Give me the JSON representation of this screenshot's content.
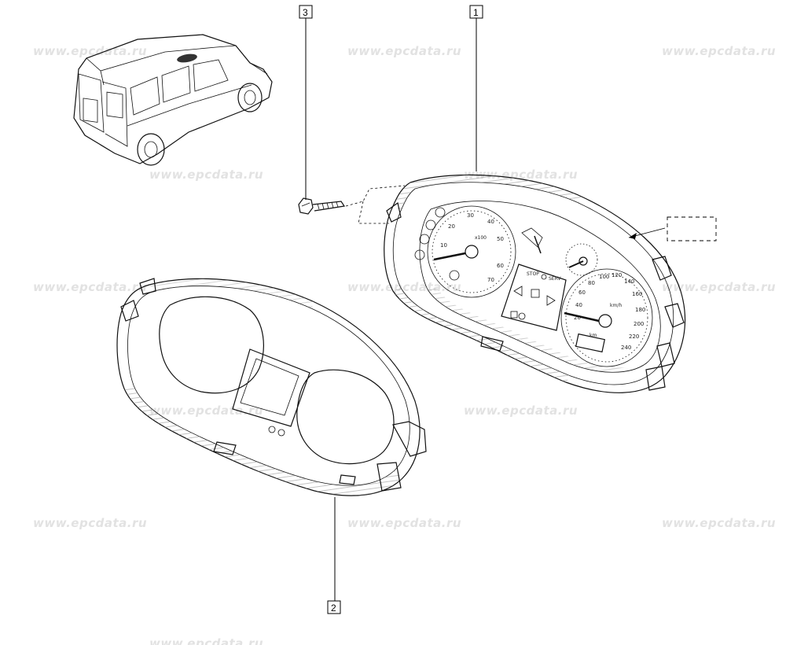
{
  "watermark": "www.epcdata.ru",
  "callouts": {
    "c1": "1",
    "c2": "2",
    "c3": "3"
  },
  "gauges": {
    "tacho": {
      "ticks": [
        "10",
        "20",
        "30",
        "40",
        "50",
        "60",
        "70"
      ],
      "unit": "x100"
    },
    "speedo": {
      "ticks": [
        "20",
        "40",
        "60",
        "80",
        "100",
        "120",
        "140",
        "160",
        "180",
        "200",
        "220",
        "240"
      ],
      "unit": "km/h"
    },
    "display_labels": {
      "stop": "STOP",
      "serv": "SERV"
    },
    "odometer_unit": "km"
  }
}
